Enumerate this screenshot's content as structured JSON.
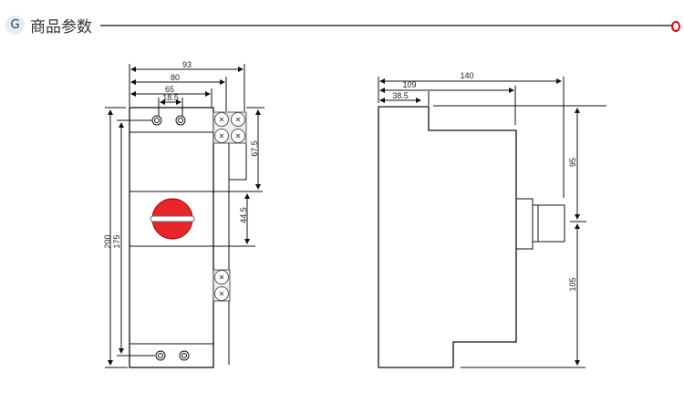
{
  "header": {
    "badge": "G",
    "title": "商品参数"
  },
  "colors": {
    "knob": "#e8262a",
    "accent_dot": "#e00000",
    "line": "#666666"
  },
  "front_view": {
    "dims": {
      "w93": "93",
      "w80": "80",
      "w65": "65",
      "w18_5": "18.5",
      "h200": "200",
      "h175": "175",
      "h67_5": "67.5",
      "h44_5": "44.5"
    }
  },
  "side_view": {
    "dims": {
      "w140": "140",
      "w109": "109",
      "w38_5": "38.5",
      "h95": "95",
      "h105": "105"
    }
  }
}
